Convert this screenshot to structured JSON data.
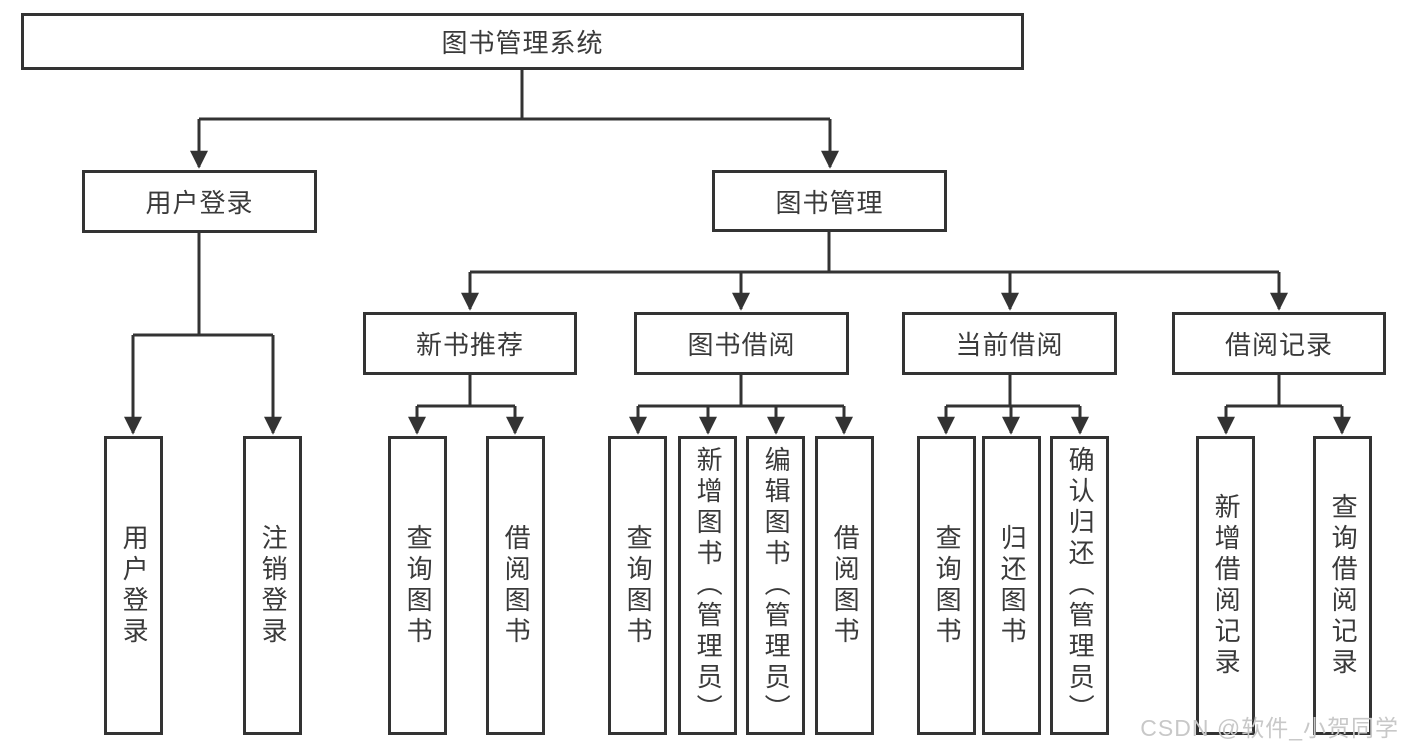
{
  "tree": {
    "root": "图书管理系统",
    "branches": [
      {
        "label": "用户登录",
        "leaves": [
          "用户登录",
          "注销登录"
        ]
      },
      {
        "label": "图书管理",
        "children": [
          {
            "label": "新书推荐",
            "leaves": [
              "查询图书",
              "借阅图书"
            ]
          },
          {
            "label": "图书借阅",
            "leaves": [
              "查询图书",
              "新增图书（管理员）",
              "编辑图书（管理员）",
              "借阅图书"
            ]
          },
          {
            "label": "当前借阅",
            "leaves": [
              "查询图书",
              "归还图书",
              "确认归还（管理员）"
            ]
          },
          {
            "label": "借阅记录",
            "leaves": [
              "新增借阅记录",
              "查询借阅记录"
            ]
          }
        ]
      }
    ]
  },
  "watermark": "CSDN @软件_小贺同学",
  "colors": {
    "line": "#333333",
    "box_border": "#333333",
    "text": "#3a3a3a",
    "watermark": "#c8c8c8",
    "background": "#ffffff"
  }
}
